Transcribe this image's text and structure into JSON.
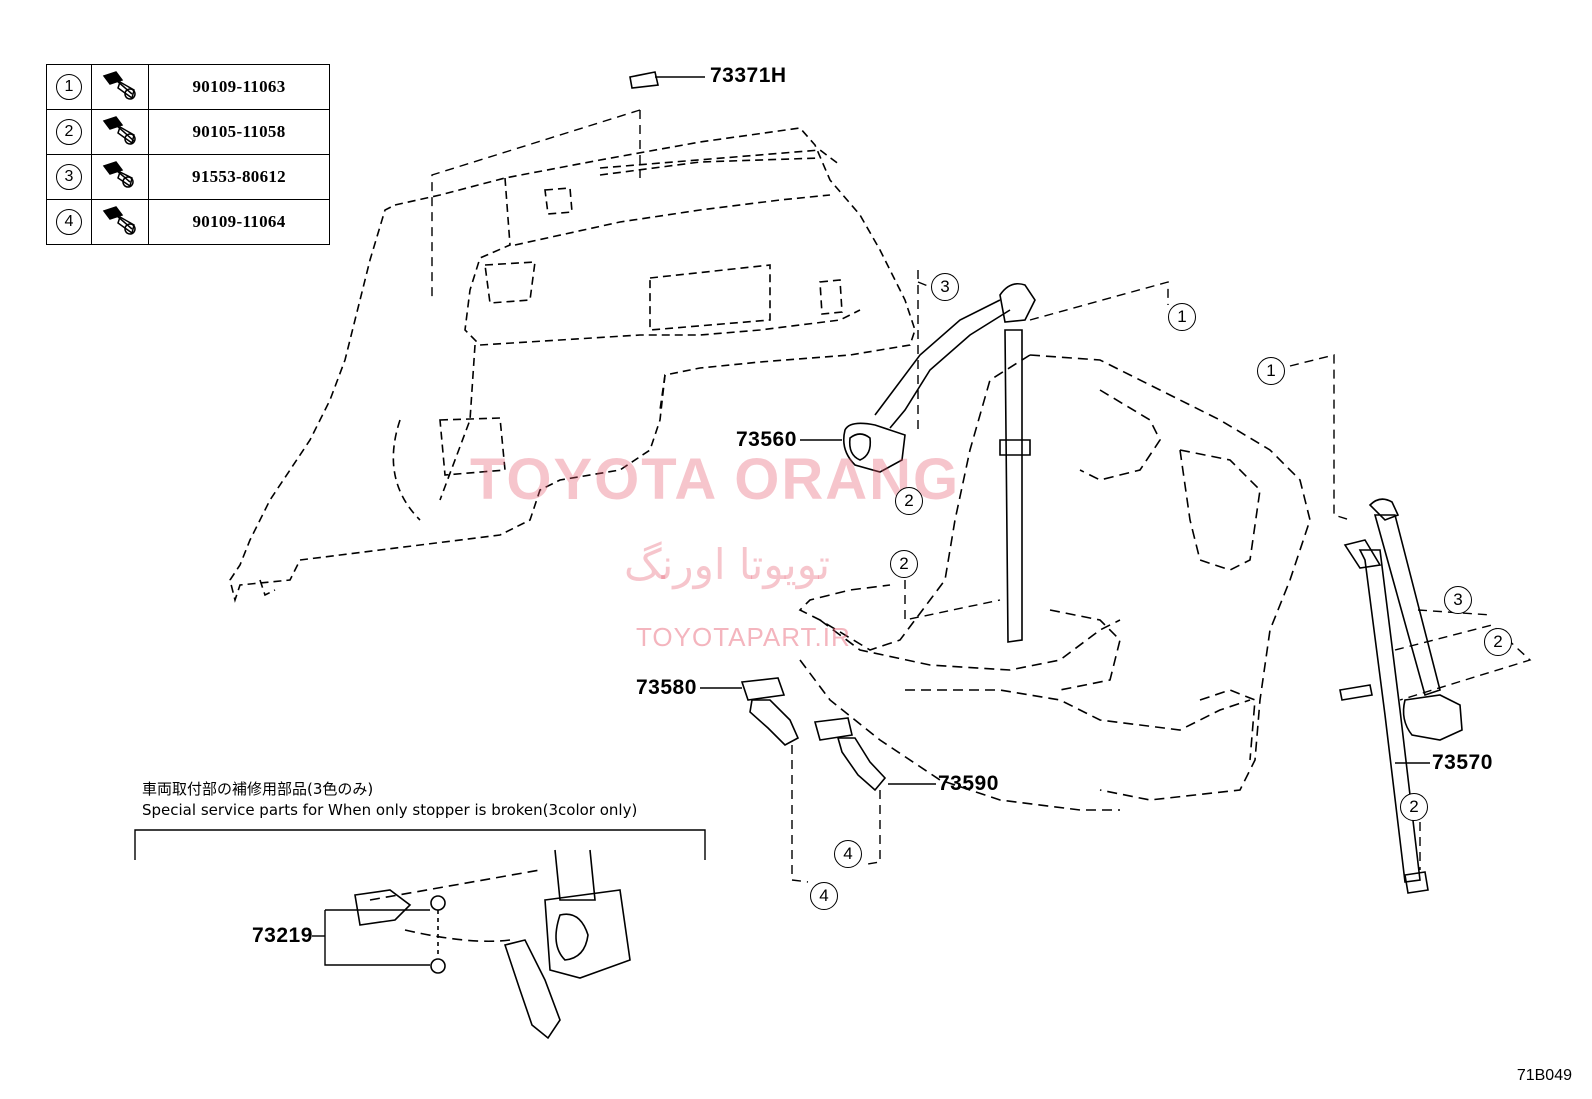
{
  "fastener_table": {
    "rows": [
      {
        "key": "1",
        "part": "90109-11063",
        "icon": "bolt-icon"
      },
      {
        "key": "2",
        "part": "90105-11058",
        "icon": "bolt-icon"
      },
      {
        "key": "3",
        "part": "91553-80612",
        "icon": "bolt-icon"
      },
      {
        "key": "4",
        "part": "90109-11064",
        "icon": "bolt-icon"
      }
    ]
  },
  "labels": {
    "p73371H": "73371H",
    "p73560": "73560",
    "p73580": "73580",
    "p73590": "73590",
    "p73570": "73570",
    "p73219": "73219"
  },
  "callouts": {
    "c3_top": "3",
    "c1_top": "1",
    "c1_right": "1",
    "c2_retractor": "2",
    "c2_seat": "2",
    "c3_right": "3",
    "c2_right": "2",
    "c2_right_low": "2",
    "c4_buckle_a": "4",
    "c4_buckle_b": "4"
  },
  "note": {
    "jp": "車両取付部の補修用部品(3色のみ)",
    "en": "Special service parts for When only stopper is broken(3color only)"
  },
  "watermark": {
    "main": "TOYOTA ORANG",
    "farsi": "تویوتا اورنگ",
    "url": "TOYOTAPART.IR"
  },
  "diagram_code": "71B049"
}
